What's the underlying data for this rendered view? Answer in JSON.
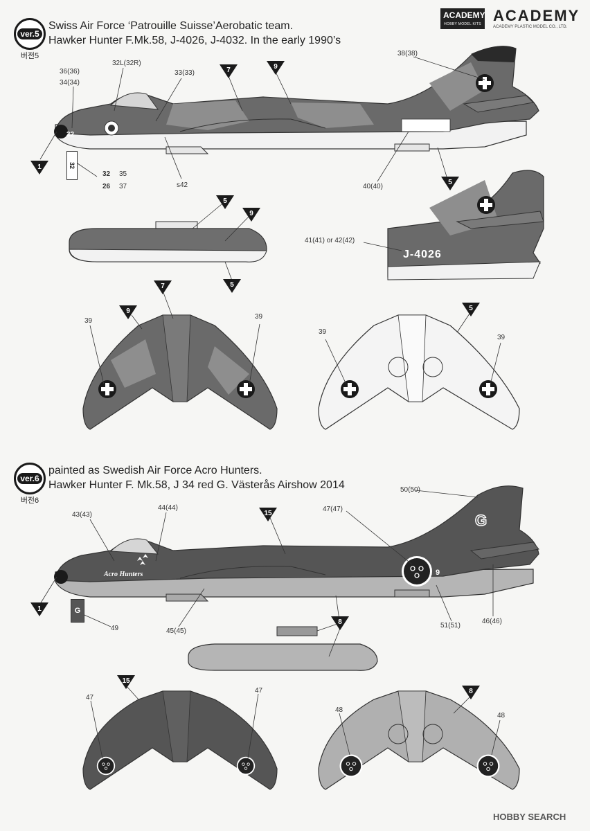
{
  "brand": {
    "logo_box": "ACADEMY",
    "logo_box_sub": "HOBBY MODEL KITS",
    "wordmark": "ACADEMY",
    "wordmark_sub": "ACADEMY PLASTIC MODEL CO., LTD."
  },
  "watermark": "HOBBY SEARCH",
  "colors": {
    "camo_dark": "#5d5d5d",
    "camo_mid": "#8a8a8a",
    "swiss_under": "#f2f2f2",
    "swedish_upper": "#555555",
    "swedish_under": "#b5b5b5",
    "marker": "#1a1a1a"
  },
  "ver5": {
    "badge": "ver.5",
    "badge_sub": "버전5",
    "title_line1": "Swiss Air Force ‘Patrouille Suisse’Aerobatic team.",
    "title_line2": "Hawker Hunter F.Mk.58, J-4026, J-4032. In the early 1990’s",
    "callouts": {
      "c36": "36(36)",
      "c34": "34(34)",
      "c32l": "32L(32R)",
      "c33": "33(33)",
      "c38": "38(38)",
      "c40": "40(40)",
      "s42": "s42",
      "c35": "35",
      "c37": "37",
      "n32a": "32",
      "n26": "26",
      "c41": "41(41)  or 42(42)",
      "c39a": "39",
      "c39b": "39",
      "c39c": "39",
      "c39d": "39"
    },
    "serial": "J-4026",
    "nose_number": "32",
    "decal_box_number": "32"
  },
  "ver6": {
    "badge": "ver.6",
    "badge_sub": "버전6",
    "title_line1": "painted as Swedish Air Force Acro Hunters.",
    "title_line2": "Hawker Hunter F. Mk.58, J 34 red G. Västerås Airshow 2014",
    "callouts": {
      "c43": "43(43)",
      "c44": "44(44)",
      "c47": "47(47)",
      "c50": "50(50)",
      "c49": "49",
      "c45": "45(45)",
      "c51": "51(51)",
      "c46": "46(46)",
      "c47a": "47",
      "c47b": "47",
      "c48a": "48",
      "c48b": "48"
    },
    "tail_letter": "G",
    "fin_number": "9",
    "acro_text": "Acro Hunters",
    "decal_letter": "G"
  },
  "markers": {
    "m1a": "1",
    "m7a": "7",
    "m9a": "9",
    "m5a": "5",
    "m5b": "5",
    "m9b": "9",
    "m5c": "5",
    "m7b": "7",
    "m9c": "9",
    "m5d": "5",
    "m1b": "1",
    "m15a": "15",
    "m8a": "8",
    "m15b": "15",
    "m8b": "8"
  }
}
